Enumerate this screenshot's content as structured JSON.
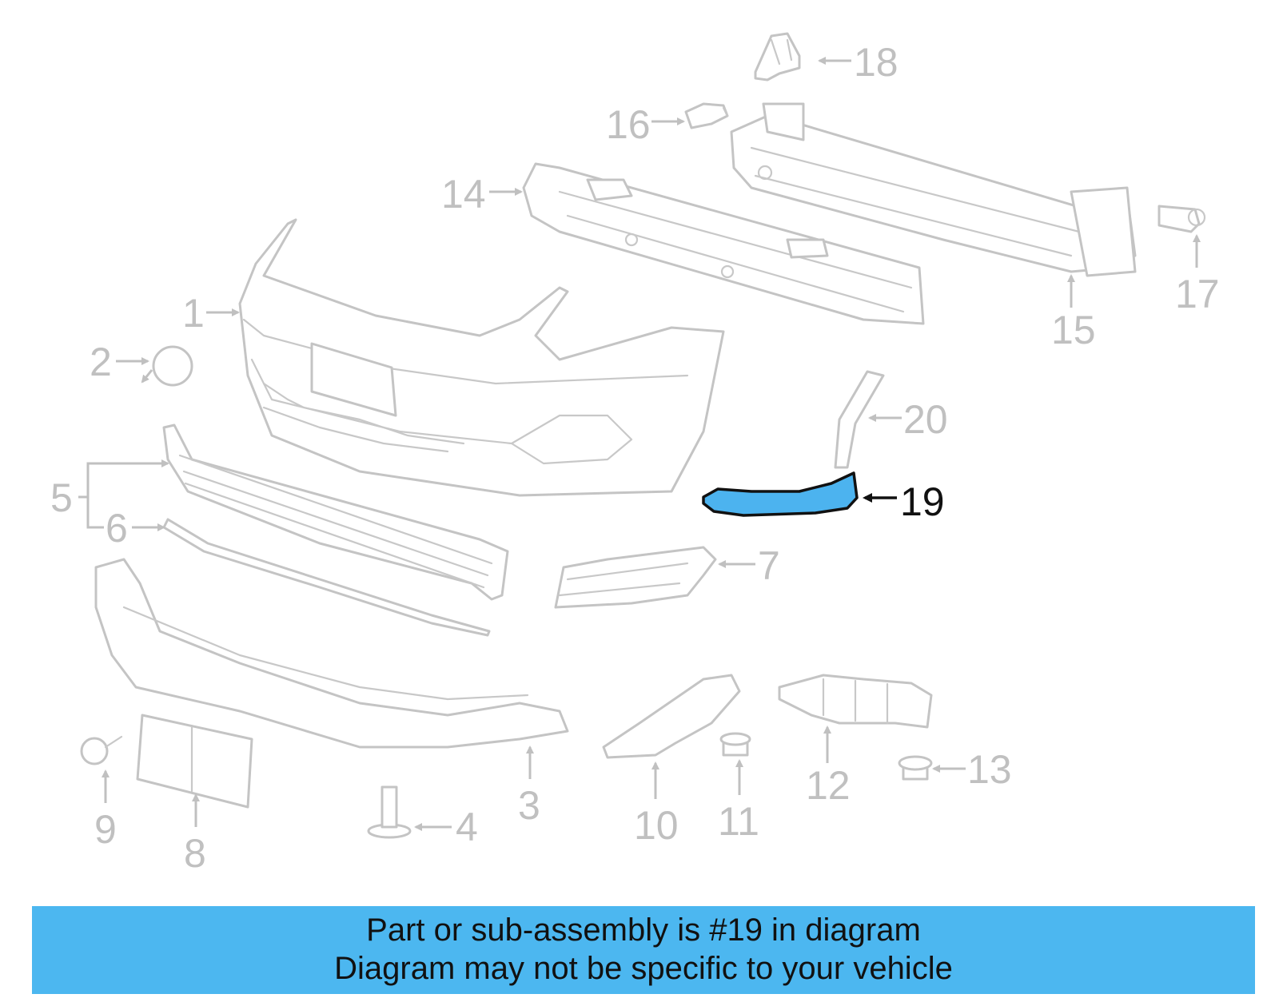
{
  "diagram": {
    "highlighted_part": "19",
    "colors": {
      "highlight": "#4cb3ef",
      "muted_parts": "#c4c4c4",
      "banner": "#4cb7f0"
    },
    "callouts": [
      "1",
      "2",
      "3",
      "4",
      "5",
      "6",
      "7",
      "8",
      "9",
      "10",
      "11",
      "12",
      "13",
      "14",
      "15",
      "16",
      "17",
      "18",
      "19",
      "20"
    ]
  },
  "banner": {
    "line1": "Part or sub-assembly is #19 in diagram",
    "line2": "Diagram may not be specific to your vehicle"
  }
}
